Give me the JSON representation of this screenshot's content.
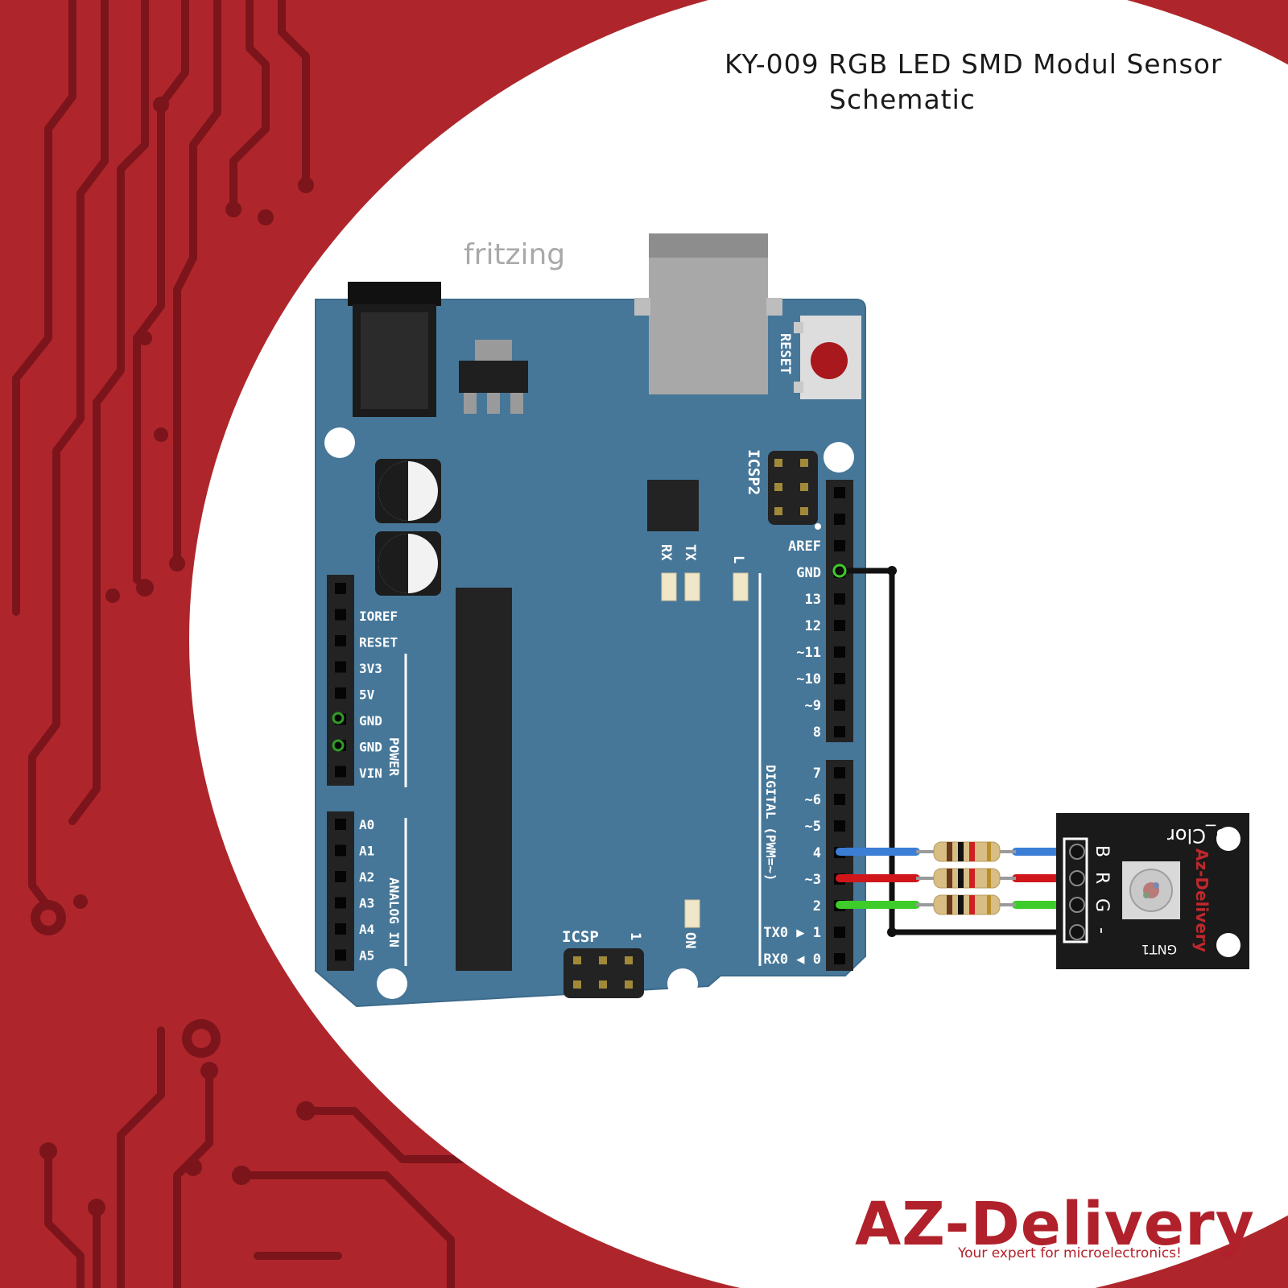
{
  "title": {
    "line1": "KY-009 RGB LED SMD Modul Sensor",
    "line2": "Schematic"
  },
  "watermark": "fritzing",
  "colors": {
    "red_bg": "#ae262b",
    "trace": "#7c141b",
    "board": "#467799",
    "header": "#232323",
    "wire_blue": "#3b7ed6",
    "wire_red": "#d0161a",
    "wire_green": "#3dcc2a",
    "wire_black": "#111111",
    "brand": "#b1212b"
  },
  "board": {
    "reset_label": "RESET",
    "icsp2_label": "ICSP2",
    "icsp_label": "ICSP",
    "icsp_pin1": "1",
    "tx": "TX",
    "rx": "RX",
    "l": "L",
    "on": "ON",
    "digital_label": "DIGITAL (PWM=~)",
    "power_label": "POWER",
    "analog_label": "ANALOG IN",
    "power_pins": [
      "IOREF",
      "RESET",
      "3V3",
      "5V",
      "GND",
      "GND",
      "VIN"
    ],
    "analog_pins": [
      "A0",
      "A1",
      "A2",
      "A3",
      "A4",
      "A5"
    ],
    "digital_top_pins": [
      "AREF",
      "GND",
      "13",
      "12",
      "~11",
      "~10",
      "~9",
      "8"
    ],
    "digital_bottom_pins": [
      "7",
      "~6",
      "~5",
      "4",
      "~3",
      "2",
      "TX0 ▶ 1",
      "RX0 ◀ 0"
    ]
  },
  "module": {
    "name": "3_Clor",
    "id": "GNT1",
    "brand": "Az-Delivery",
    "pins": [
      "B",
      "R",
      "G",
      "-"
    ]
  },
  "logo": {
    "text": "AZ-Delivery",
    "tagline": "Your expert for microelectronics!"
  }
}
